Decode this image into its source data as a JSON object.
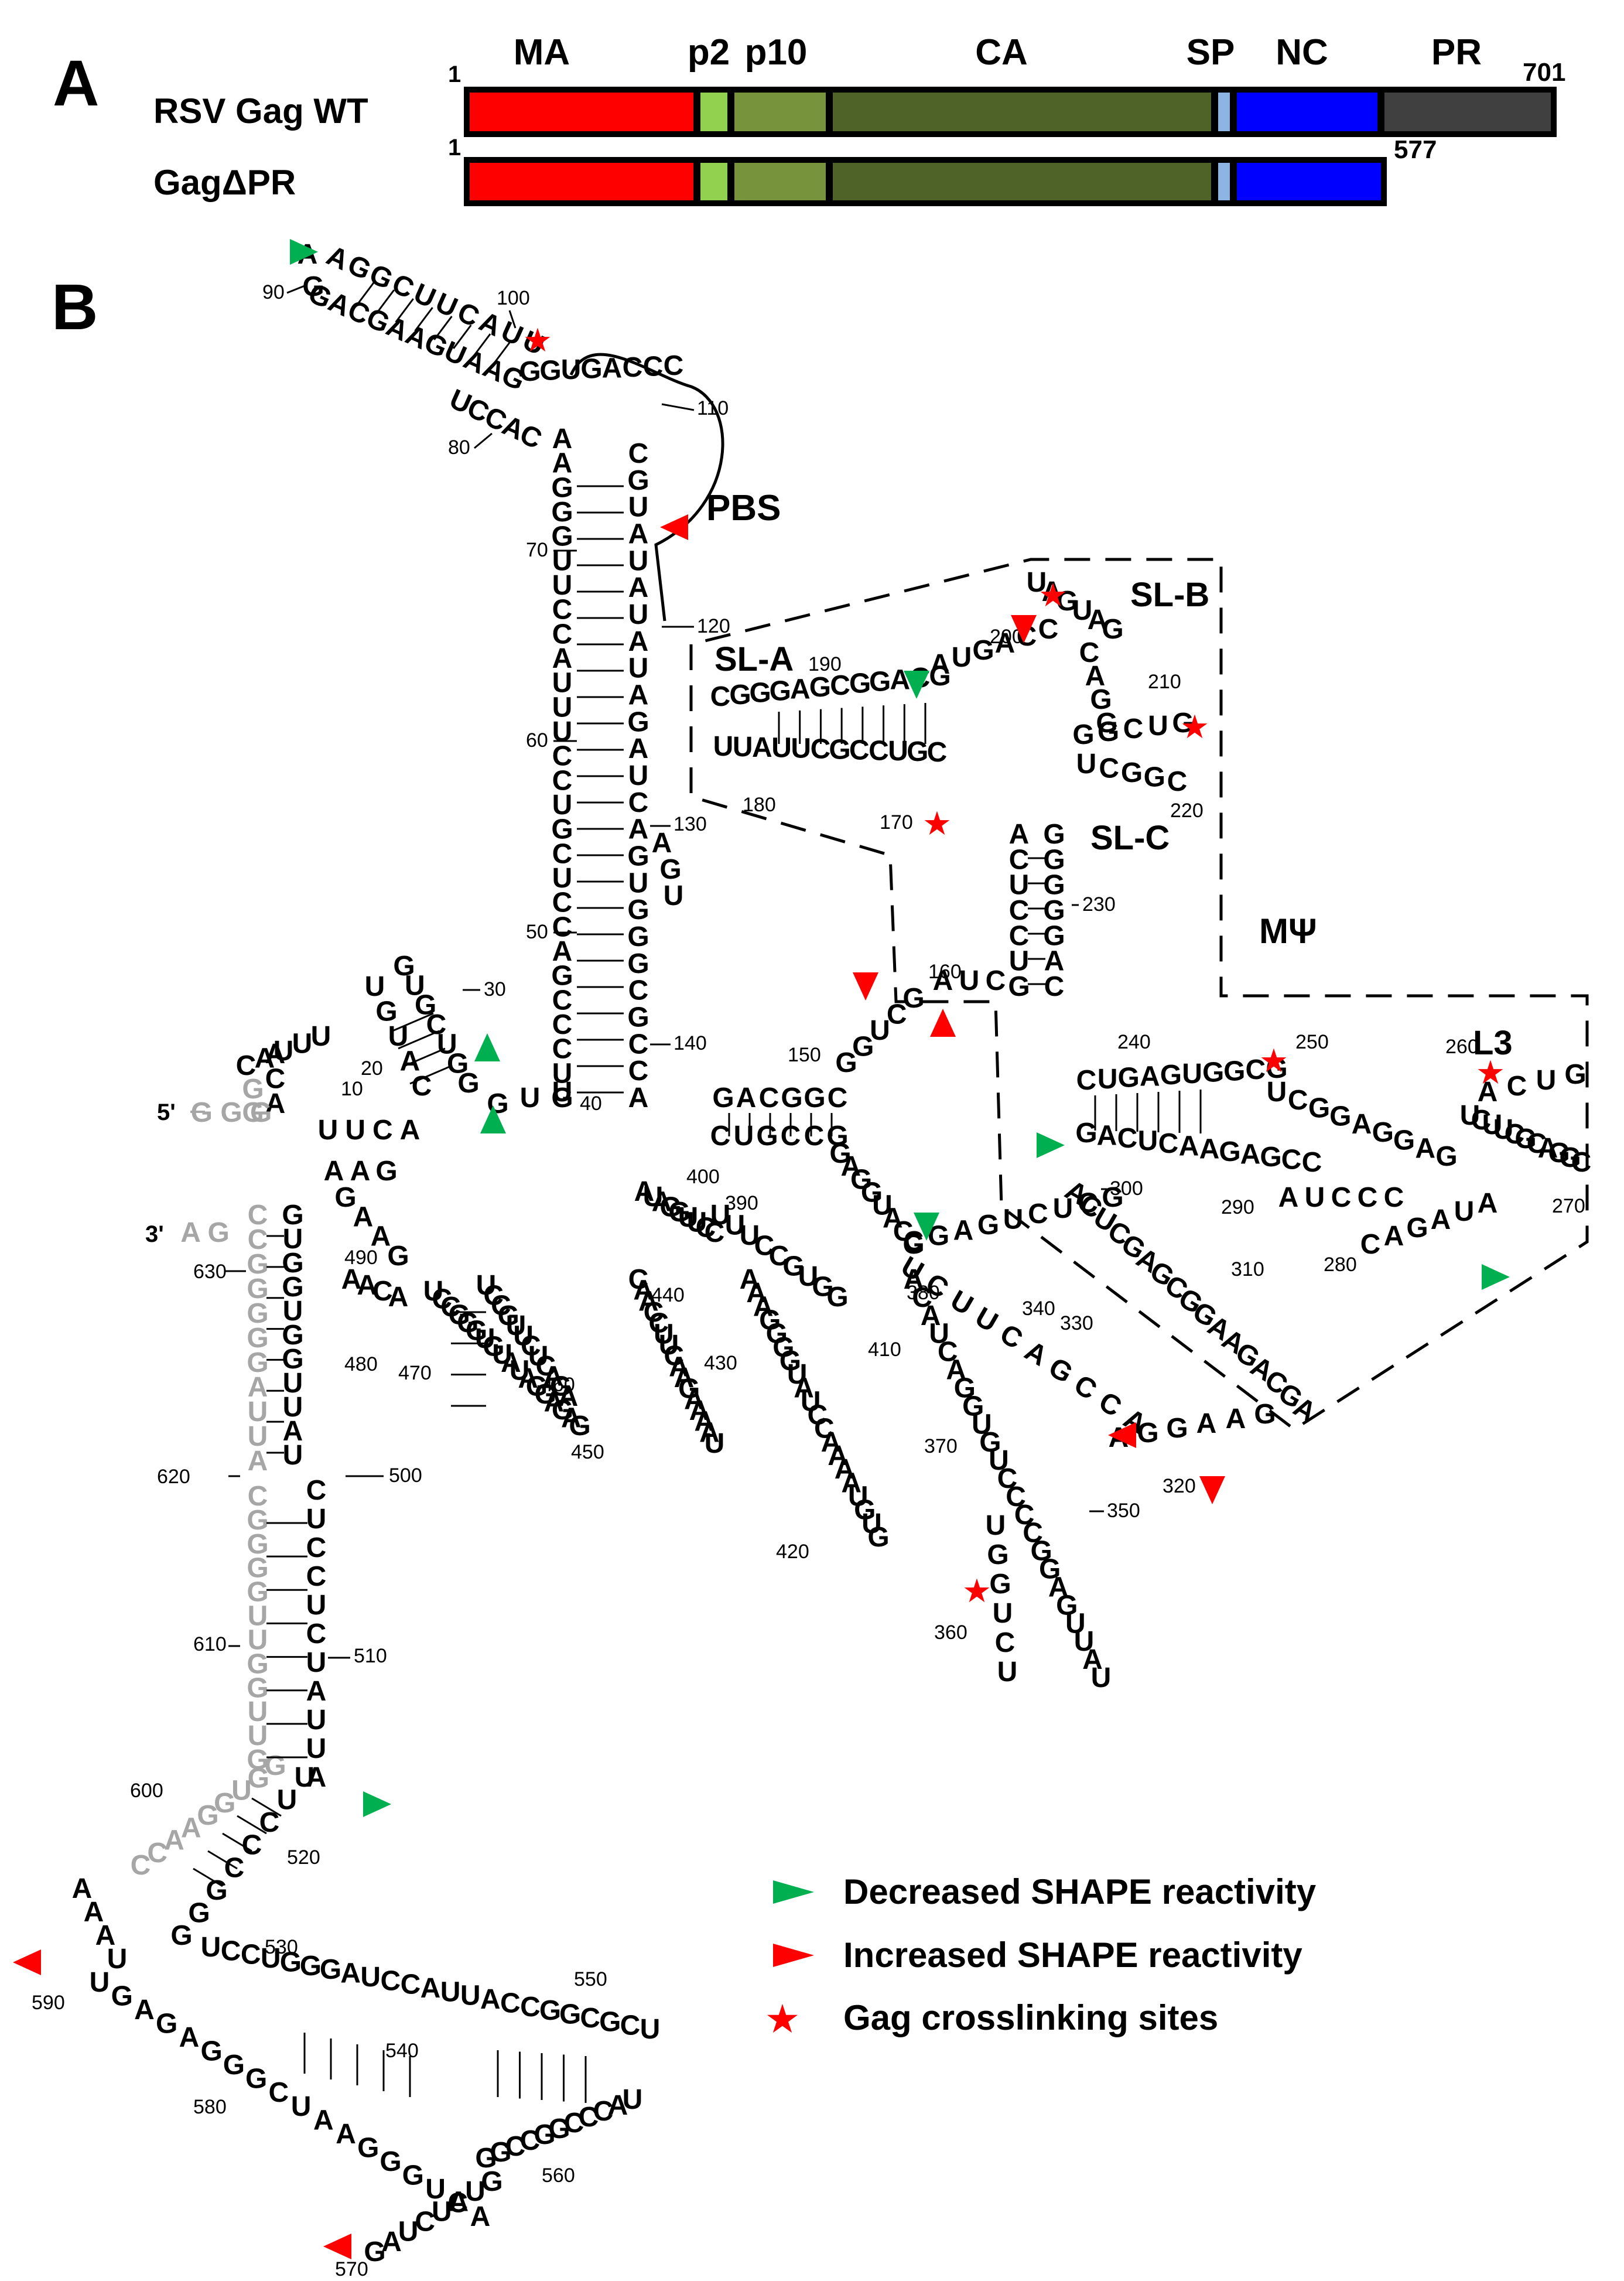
{
  "panel_a": {
    "letter": "A",
    "constructs": [
      {
        "label": "RSV Gag WT",
        "start": "1",
        "end": "701"
      },
      {
        "label": "GagΔPR",
        "start": "1",
        "end": "577"
      }
    ],
    "domains": [
      {
        "label": "MA",
        "color": "#ff0000"
      },
      {
        "label": "p2",
        "color": "#92d050"
      },
      {
        "label": "p10",
        "color": "#77933c"
      },
      {
        "label": "CA",
        "color": "#4f6228"
      },
      {
        "label": "SP",
        "color": "#8eb4e3"
      },
      {
        "label": "NC",
        "color": "#0000ff"
      },
      {
        "label": "PR",
        "color": "#404040"
      }
    ]
  },
  "panel_b": {
    "letter": "B",
    "five_prime": "5'",
    "three_prime": "3'",
    "five_prime_gray": "G G G",
    "three_prime_gray": "A G",
    "region_labels": {
      "pbs": "PBS",
      "sl_a": "SL-A",
      "sl_b": "SL-B",
      "sl_c": "SL-C",
      "mpsi": "MΨ",
      "l3": "L3"
    },
    "numbers": [
      "10",
      "20",
      "30",
      "40",
      "50",
      "60",
      "70",
      "80",
      "90",
      "100",
      "110",
      "120",
      "130",
      "140",
      "150",
      "160",
      "170",
      "180",
      "190",
      "200",
      "210",
      "220",
      "230",
      "240",
      "250",
      "260",
      "270",
      "280",
      "290",
      "300",
      "310",
      "320",
      "330",
      "340",
      "350",
      "360",
      "370",
      "380",
      "390",
      "400",
      "410",
      "420",
      "430",
      "440",
      "450",
      "460",
      "470",
      "480",
      "490",
      "500",
      "510",
      "520",
      "530",
      "540",
      "550",
      "560",
      "570",
      "580",
      "590",
      "600",
      "610",
      "620",
      "630"
    ],
    "legend": {
      "decreased": "Decreased SHAPE reactivity",
      "increased": "Increased SHAPE reactivity",
      "crosslink": "Gag crosslinking sites"
    },
    "colors": {
      "decreased": "#00b050",
      "increased": "#ff0000",
      "crosslink": "#ff0000",
      "gray_base": "#a6a6a6"
    }
  }
}
